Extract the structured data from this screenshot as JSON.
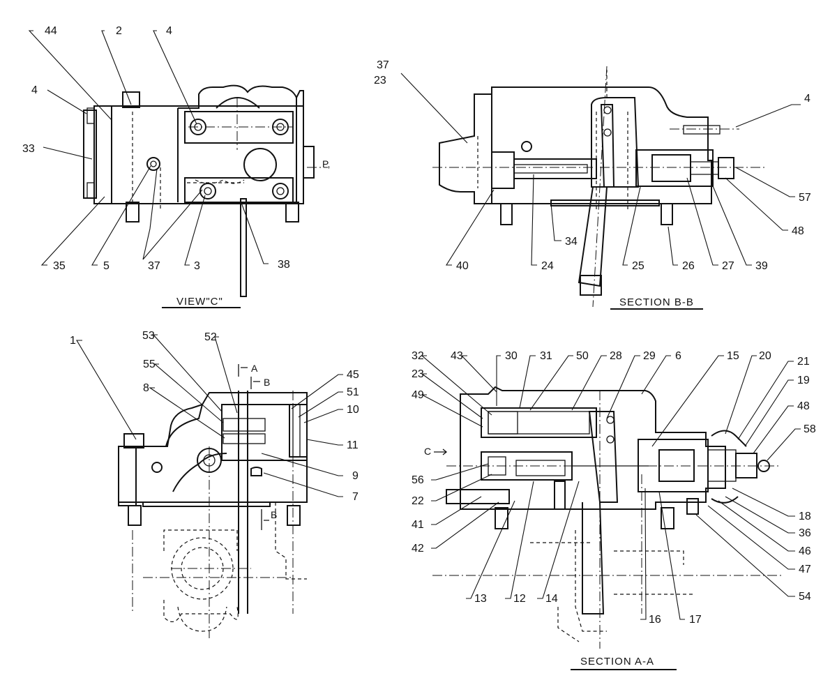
{
  "views": {
    "view_c": {
      "title": "VIEW\"C\"",
      "port_label": "P,",
      "callouts": [
        "44",
        "2",
        "4",
        "4",
        "33",
        "35",
        "5",
        "37",
        "3",
        "38"
      ]
    },
    "section_bb": {
      "title": "SECTION  B-B",
      "callouts": [
        "37",
        "23",
        "4",
        "57",
        "48",
        "40",
        "24",
        "34",
        "25",
        "26",
        "27",
        "39"
      ]
    },
    "front_view": {
      "callouts": [
        "1",
        "53",
        "52",
        "55",
        "8",
        "45",
        "51",
        "10",
        "11",
        "9",
        "7"
      ],
      "section_marks": [
        "A",
        "B",
        "B"
      ]
    },
    "section_aa": {
      "title": "SECTION  A-A",
      "view_marker": "C",
      "callouts": [
        "32",
        "43",
        "30",
        "31",
        "50",
        "28",
        "29",
        "6",
        "15",
        "20",
        "21",
        "23",
        "49",
        "19",
        "48",
        "58",
        "56",
        "22",
        "41",
        "42",
        "18",
        "36",
        "46",
        "47",
        "54",
        "13",
        "12",
        "14",
        "16",
        "17"
      ]
    }
  }
}
